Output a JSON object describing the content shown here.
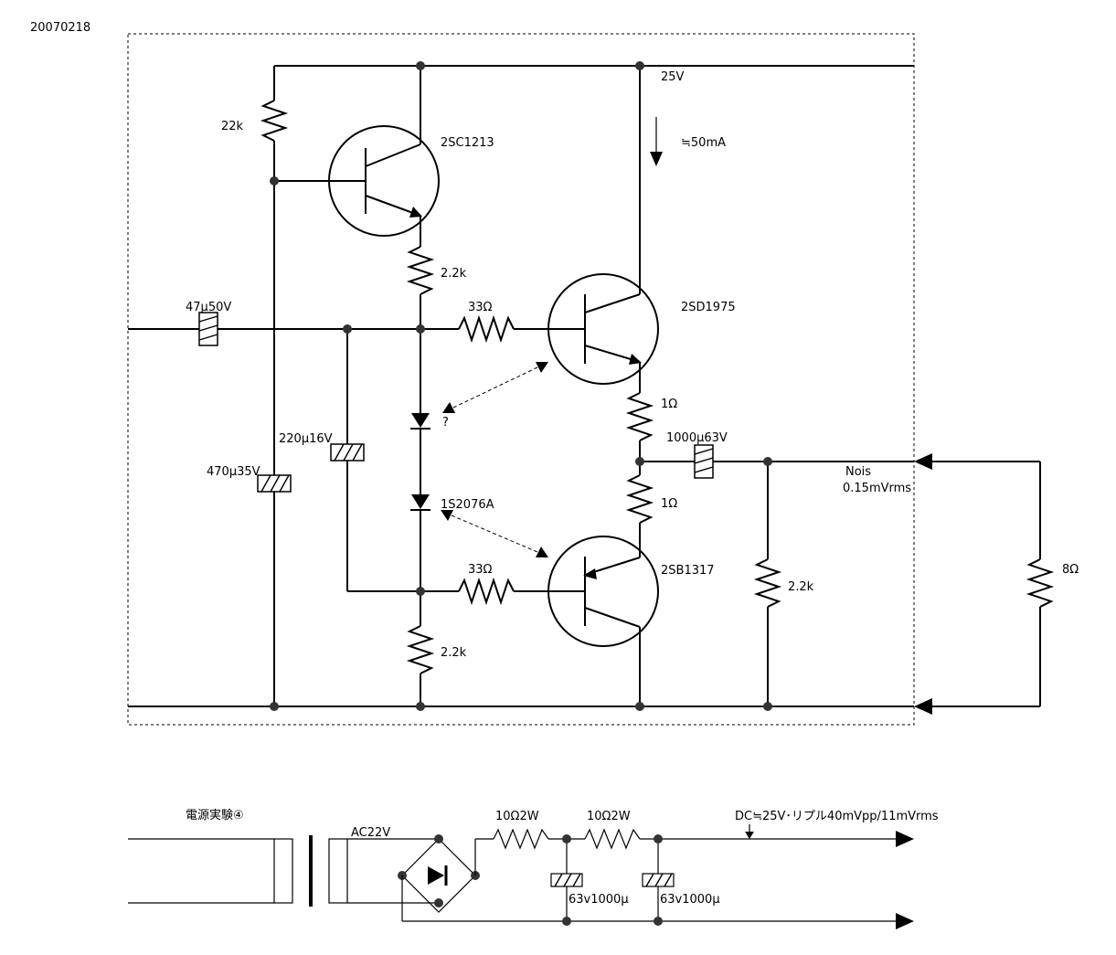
{
  "date": "20070218",
  "supply_voltage": "25V",
  "current": "≒50mA",
  "transistors": {
    "q1": "2SC1213",
    "q2": "2SD1975",
    "q3": "2SB1317"
  },
  "resistors": {
    "r_bias_top": "22k",
    "r_emitter_q1": "2.2k",
    "r_base_q2": "33Ω",
    "r_emitter_q2": "1Ω",
    "r_emitter_q3": "1Ω",
    "r_base_q3": "33Ω",
    "r_bottom": "2.2k",
    "r_output": "2.2k",
    "r_load": "8Ω"
  },
  "capacitors": {
    "c_input": "47μ50V",
    "c_bias": "220μ16V",
    "c_filter": "470μ35V",
    "c_output": "1000μ63V"
  },
  "diodes": {
    "d_question": "?",
    "d_part": "1S2076A"
  },
  "noise": {
    "label": "Nois",
    "value": "0.15mVrms"
  },
  "power_supply": {
    "title": "電源実験④",
    "ac_label": "AC22V",
    "r1": "10Ω2W",
    "r2": "10Ω2W",
    "c1": "63v1000μ",
    "c2": "63v1000μ",
    "dc_label": "DC≒25V･リプル40mVpp/11mVrms"
  }
}
